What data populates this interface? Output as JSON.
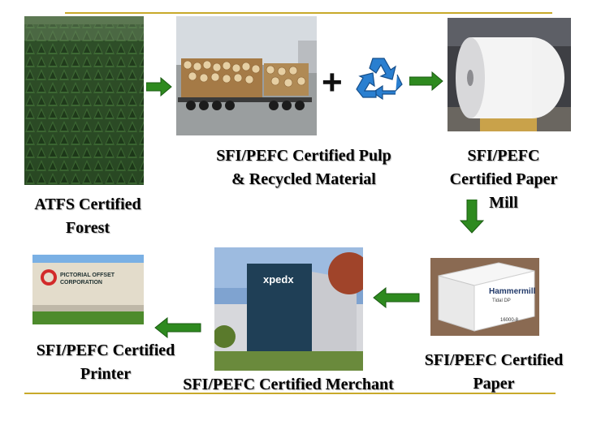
{
  "labels": {
    "forest": [
      "ATFS Certified",
      "Forest"
    ],
    "pulp": [
      "SFI/PEFC Certified Pulp",
      "& Recycled Material"
    ],
    "mill": [
      "SFI/PEFC",
      "Certified Paper",
      "Mill"
    ],
    "paper": [
      "SFI/PEFC Certified",
      "Paper"
    ],
    "merchant": [
      "SFI/PEFC Certified Merchant"
    ],
    "printer": [
      "SFI/PEFC Certified",
      "Printer"
    ]
  },
  "plus_sign": "+",
  "photo_text": {
    "printer_sign": [
      "PICTORIAL OFFSET",
      "CORPORATION"
    ],
    "merchant_sign": "xpedx",
    "paper_box_brand": "Hammermill",
    "paper_box_subtitle": "Tidal DP",
    "paper_box_code": "16000-8"
  },
  "icons": {
    "recycle": "recycle-icon",
    "arrow": "green-arrow-icon"
  },
  "colors": {
    "arrow_green": "#2e8a1f",
    "rule_gold": "#c8a92a",
    "recycle_blue": "#2a7fd0"
  }
}
